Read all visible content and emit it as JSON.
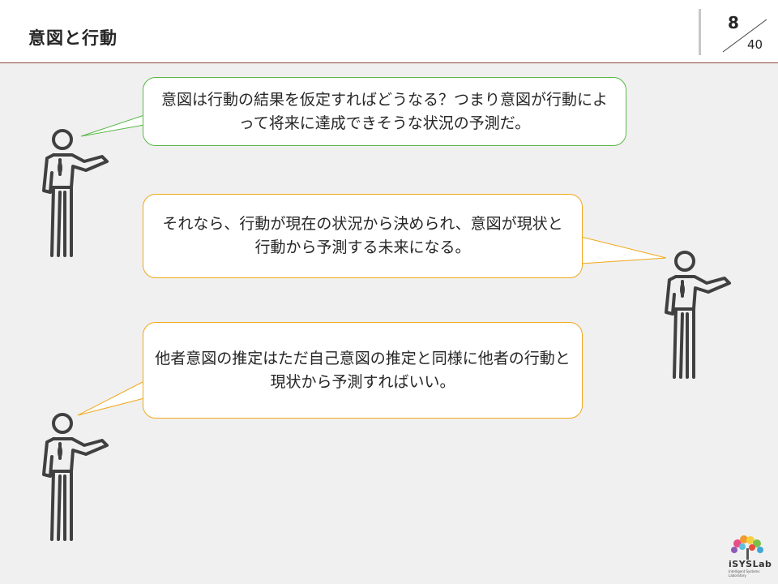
{
  "header": {
    "title": "意図と行動",
    "page_current": "8",
    "page_total": "40"
  },
  "bubbles": [
    {
      "text": "意図は行動の結果を仮定すればどうなる？つまり意図が行動によって将来に達成できそうな状況の予測だ。",
      "border_color": "#59b846"
    },
    {
      "text": "それなら、行動が現在の状況から決められ、意図が現状と行動から予測する未来になる。",
      "border_color": "#f0a81a"
    },
    {
      "text": "他者意図の推定はただ自己意図の推定と同様に他者の行動と現状から予測すればいい。",
      "border_color": "#f0a81a"
    }
  ],
  "logo": {
    "name": "iSYSLab",
    "subtitle": "Intelligent Systems Laboratory"
  },
  "colors": {
    "header_rule": "#8b4a3a",
    "green": "#59b846",
    "orange": "#f0a81a",
    "figure": "#404040"
  }
}
